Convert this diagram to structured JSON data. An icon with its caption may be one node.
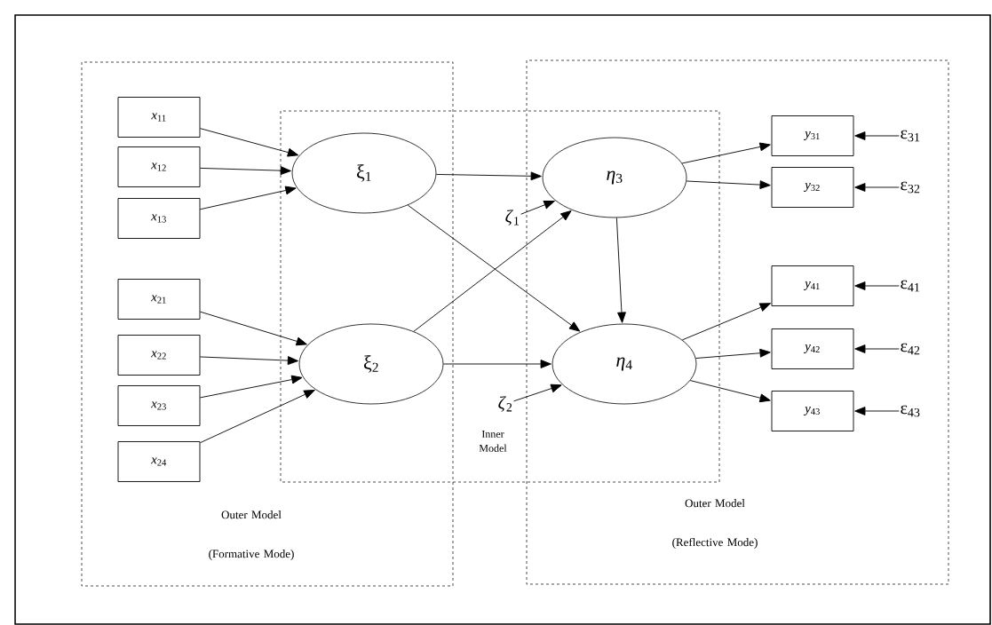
{
  "diagram": {
    "nodes": [
      {
        "text": [
          "Outer Model (Formative Mode)"
        ]
      },
      {
        "text": [
          "Inner Model"
        ]
      },
      {
        "text": [
          "Outer Model (Reflective Mode)"
        ]
      },
      {
        "text": [
          "*x*$_{11}$"
        ],
        "in": 0
      },
      {
        "text": [
          "*x*$_{12}$"
        ],
        "in": 0
      },
      {
        "text": [
          "*x*$_{13}$"
        ],
        "in": 0
      },
      {
        "text": [
          "*x*$_{21}$"
        ],
        "in": 0
      },
      {
        "text": [
          "*x*$_{22}$"
        ],
        "in": 0
      },
      {
        "text": [
          "*x*$_{23}$"
        ],
        "in": 0
      },
      {
        "text": [
          "*x*$_{24}$"
        ],
        "in": 0
      },
      {
        "text": [
          "ξ$_{1}$"
        ]
      },
      {
        "text": [
          "ξ$_{2}$"
        ]
      },
      {
        "text": [
          "*η*$_{3}$"
        ]
      },
      {
        "text": [
          "*η*$_{4}$"
        ]
      },
      {
        "text": [
          "*ζ*$_{1}$"
        ],
        "in": 1
      },
      {
        "text": [
          "*ζ*$_{2}$"
        ],
        "in": 1
      },
      {
        "text": [
          "*y*$_{31}$"
        ],
        "in": 2
      },
      {
        "text": [
          "*y*$_{32}$"
        ],
        "in": 2
      },
      {
        "text": [
          "*y*$_{41}$"
        ],
        "in": 2
      },
      {
        "text": [
          "*y*$_{42}$"
        ],
        "in": 2
      },
      {
        "text": [
          "*y*$_{43}$"
        ],
        "in": 2
      },
      {
        "text": [
          "ε$_{31}$"
        ],
        "in": 2
      },
      {
        "text": [
          "ε$_{32}$"
        ],
        "in": 2
      },
      {
        "text": [
          "ε$_{41}$"
        ],
        "in": 2
      },
      {
        "text": [
          "ε$_{42}$"
        ],
        "in": 2
      },
      {
        "text": [
          "ε$_{43}$"
        ],
        "in": 2
      }
    ],
    "edges": [
      {
        "from": 3,
        "to": 10,
        "arrow": "to"
      },
      {
        "from": 4,
        "to": 10,
        "arrow": "to"
      },
      {
        "from": 5,
        "to": 10,
        "arrow": "to"
      },
      {
        "from": 6,
        "to": 11,
        "arrow": "to"
      },
      {
        "from": 7,
        "to": 11,
        "arrow": "to"
      },
      {
        "from": 8,
        "to": 11,
        "arrow": "to"
      },
      {
        "from": 9,
        "to": 11,
        "arrow": "to"
      },
      {
        "from": 10,
        "to": 12,
        "arrow": "to"
      },
      {
        "from": 10,
        "to": 13,
        "arrow": "to"
      },
      {
        "from": 11,
        "to": 12,
        "arrow": "to"
      },
      {
        "from": 11,
        "to": 13,
        "arrow": "to"
      },
      {
        "from": 12,
        "to": 13,
        "arrow": "to"
      },
      {
        "from": 14,
        "to": 12,
        "arrow": "to"
      },
      {
        "from": 15,
        "to": 13,
        "arrow": "to"
      },
      {
        "from": 12,
        "to": 16,
        "arrow": "to"
      },
      {
        "from": 12,
        "to": 17,
        "arrow": "to"
      },
      {
        "from": 13,
        "to": 18,
        "arrow": "to"
      },
      {
        "from": 13,
        "to": 19,
        "arrow": "to"
      },
      {
        "from": 13,
        "to": 20,
        "arrow": "to"
      },
      {
        "from": 21,
        "to": 16,
        "arrow": "to"
      },
      {
        "from": 22,
        "to": 17,
        "arrow": "to"
      },
      {
        "from": 23,
        "to": 18,
        "arrow": "to"
      },
      {
        "from": 24,
        "to": 19,
        "arrow": "to"
      },
      {
        "from": 25,
        "to": 20,
        "arrow": "to"
      }
    ]
  }
}
